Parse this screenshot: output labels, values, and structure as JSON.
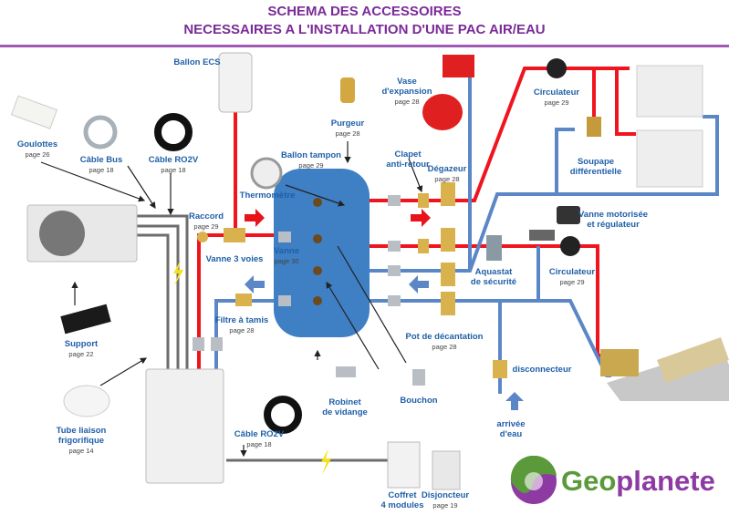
{
  "header": {
    "line1": "SCHEMA DES ACCESSOIRES",
    "line2": "NECESSAIRES A L'INSTALLATION D'UNE PAC AIR/EAU"
  },
  "labels": {
    "ballon_ecs": {
      "name": "Ballon ECS"
    },
    "goulottes": {
      "name": "Goulottes",
      "page": "page 26"
    },
    "cable_bus": {
      "name": "Câble Bus",
      "page": "page 18"
    },
    "cable_ro2v_top": {
      "name": "Câble RO2V",
      "page": "page 18"
    },
    "purgeur": {
      "name": "Purgeur",
      "page": "page 28"
    },
    "ballon_tampon": {
      "name": "Ballon tampon",
      "page": "page 29"
    },
    "thermometre": {
      "name": "Thermomètre"
    },
    "raccord": {
      "name": "Raccord",
      "page": "page 29"
    },
    "vanne_3_voies": {
      "name": "Vanne 3 voies"
    },
    "vanne": {
      "name": "Vanne",
      "page": "page 30"
    },
    "vase": {
      "name": "Vase",
      "name2": "d'expansion",
      "page": "page 28"
    },
    "circulateur_top": {
      "name": "Circulateur",
      "page": "page 29"
    },
    "soupape": {
      "name": "Soupape",
      "name2": "différentielle"
    },
    "clapet": {
      "name": "Clapet",
      "name2": "anti-retour"
    },
    "degazeur": {
      "name": "Dégazeur",
      "page": "page 28"
    },
    "vanne_motorisee": {
      "name": "Vanne motorisée",
      "name2": "et régulateur"
    },
    "aquastat": {
      "name": "Aquastat",
      "name2": "de sécurité"
    },
    "circulateur_bottom": {
      "name": "Circulateur",
      "page": "page 29"
    },
    "filtre": {
      "name": "Filtre à tamis",
      "page": "page 28"
    },
    "pot": {
      "name": "Pot de décantation",
      "page": "page 28"
    },
    "support": {
      "name": "Support",
      "page": "page 22"
    },
    "robinet": {
      "name": "Robinet",
      "name2": "de vidange"
    },
    "bouchon": {
      "name": "Bouchon"
    },
    "disconnecteur": {
      "name": "disconnecteur"
    },
    "arrivee": {
      "name": "arrivée",
      "name2": "d'eau"
    },
    "tube": {
      "name": "Tube liaison",
      "name2": "frigorifique",
      "page": "page 14"
    },
    "cable_ro2v_bottom": {
      "name": "Câble RO2V",
      "page": "page 18"
    },
    "coffret": {
      "name": "Coffret",
      "name2": "4 modules"
    },
    "disjoncteur": {
      "name": "Disjoncteur",
      "page": "page 19"
    }
  },
  "logo": {
    "part1": "Geo",
    "part2": "planete"
  },
  "colors": {
    "hot_pipe": "#f0141e",
    "cold_pipe": "#5b87c7",
    "cable": "#6d6d6d",
    "tank": "#3f7fc4",
    "title": "#7a2b97",
    "label": "#1f5fa8"
  }
}
